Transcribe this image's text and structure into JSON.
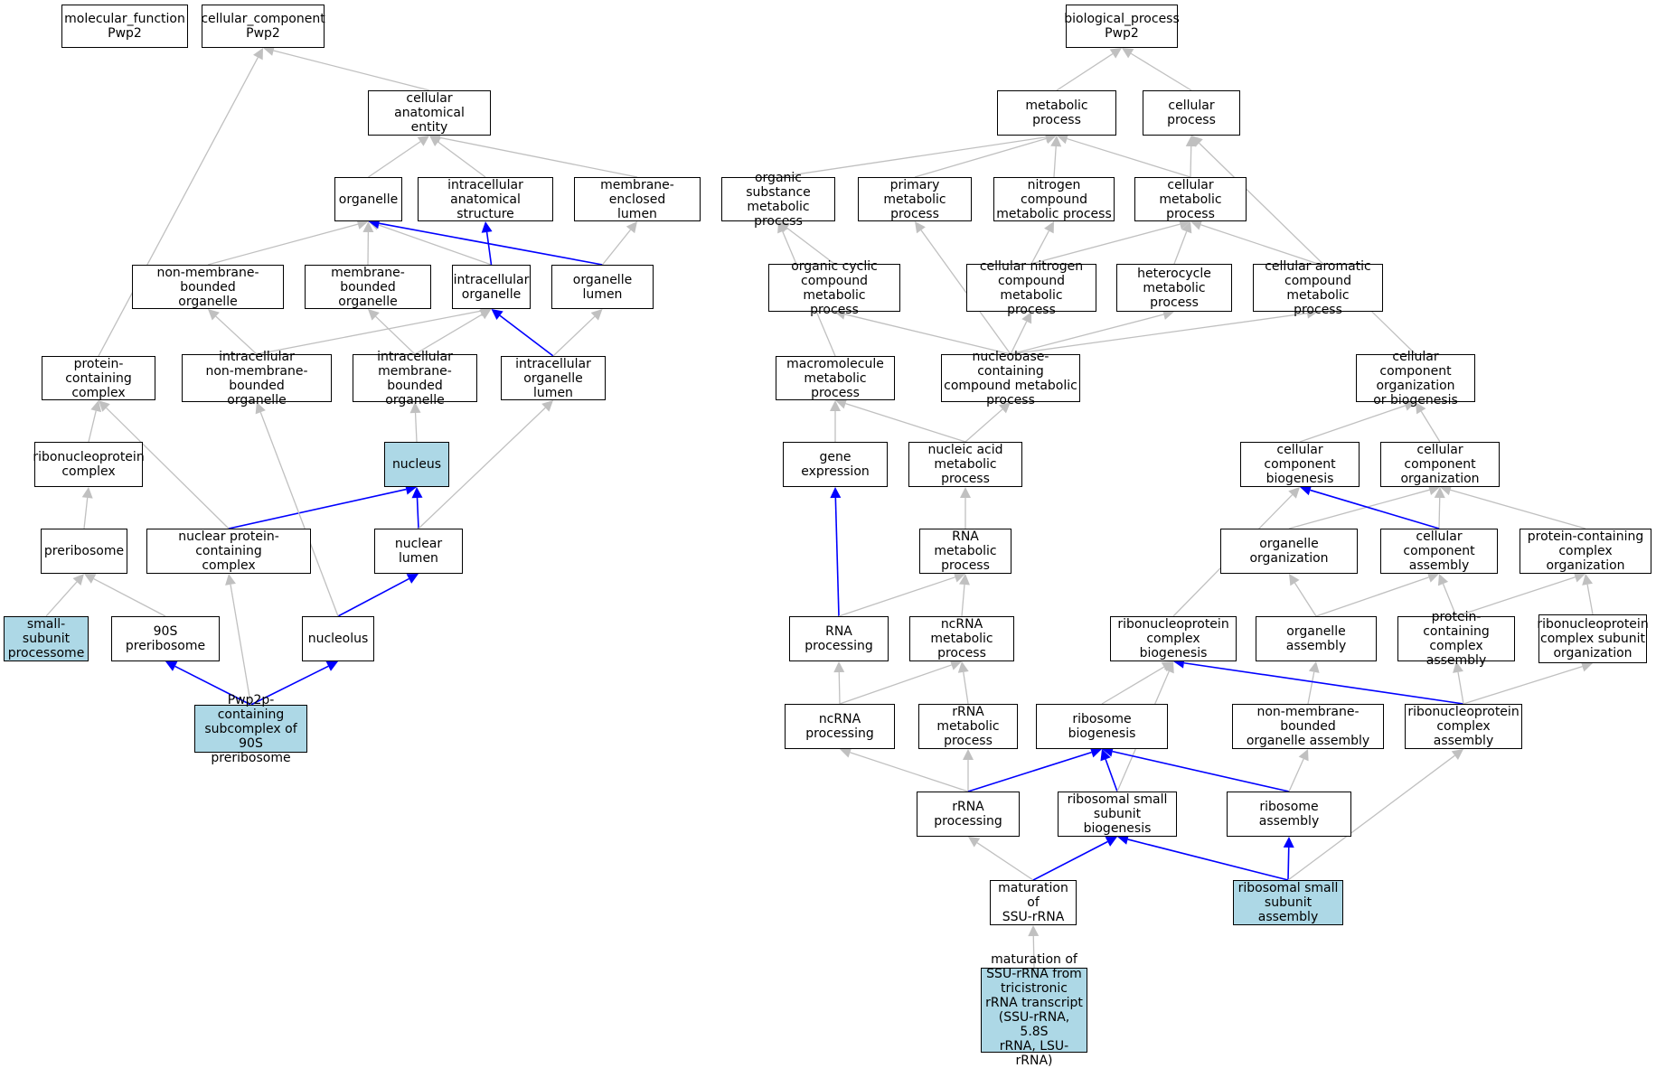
{
  "colors": {
    "highlight": "#add8e6",
    "edge_gray": "#c0c0c0",
    "edge_blue": "#0000ff",
    "border": "#000000"
  },
  "nodes": {
    "n_molfn": "molecular_function\nPwp2",
    "n_cc": "cellular_component\nPwp2",
    "n_bp": "biological_process\nPwp2",
    "n_cae": "cellular anatomical\nentity",
    "n_org": "organelle",
    "n_ias": "intracellular\nanatomical structure",
    "n_mel": "membrane-enclosed\nlumen",
    "n_nmbo": "non-membrane-bounded\norganelle",
    "n_mbo": "membrane-bounded\norganelle",
    "n_io": "intracellular\norganelle",
    "n_ol": "organelle lumen",
    "n_pcc": "protein-containing\ncomplex",
    "n_inmbo": "intracellular\nnon-membrane-bounded\norganelle",
    "n_imbo": "intracellular\nmembrane-bounded\norganelle",
    "n_iol": "intracellular\norganelle lumen",
    "n_rnp": "ribonucleoprotein\ncomplex",
    "n_nuc": "nucleus",
    "n_prb": "preribosome",
    "n_npcc": "nuclear protein-containing\ncomplex",
    "n_nl": "nuclear lumen",
    "n_ssp": "small-subunit\nprocessome",
    "n_90s": "90S preribosome",
    "n_nucl": "nucleolus",
    "n_pwp": "Pwp2p-containing\nsubcomplex of\n90S preribosome",
    "n_mp": "metabolic process",
    "n_cp": "cellular process",
    "n_osmp": "organic substance\nmetabolic process",
    "n_pmp": "primary metabolic\nprocess",
    "n_ncmp": "nitrogen compound\nmetabolic process",
    "n_cmp": "cellular metabolic\nprocess",
    "n_occmp": "organic cyclic\ncompound metabolic\nprocess",
    "n_cncmp": "cellular nitrogen\ncompound metabolic\nprocess",
    "n_hmp": "heterocycle\nmetabolic process",
    "n_cacmp": "cellular aromatic\ncompound metabolic\nprocess",
    "n_mmp": "macromolecule\nmetabolic process",
    "n_nbcmp": "nucleobase-containing\ncompound metabolic\nprocess",
    "n_ccob": "cellular component\norganization\nor biogenesis",
    "n_ge": "gene expression",
    "n_namp": "nucleic acid\nmetabolic process",
    "n_ccb": "cellular component\nbiogenesis",
    "n_cco": "cellular component\norganization",
    "n_rnamp": "RNA metabolic\nprocess",
    "n_oo": "organelle organization",
    "n_cca": "cellular component\nassembly",
    "n_pco": "protein-containing\ncomplex organization",
    "n_rnap": "RNA processing",
    "n_ncrnamp": "ncRNA metabolic\nprocess",
    "n_rnpcb": "ribonucleoprotein\ncomplex biogenesis",
    "n_oa": "organelle assembly",
    "n_pca": "protein-containing\ncomplex assembly",
    "n_rnpcso": "ribonucleoprotein\ncomplex subunit\norganization",
    "n_ncrnap": "ncRNA processing",
    "n_rrnamp": "rRNA metabolic\nprocess",
    "n_rb": "ribosome biogenesis",
    "n_nmboa": "non-membrane-bounded\norganelle assembly",
    "n_rnpca": "ribonucleoprotein\ncomplex assembly",
    "n_rrnap": "rRNA processing",
    "n_rssb": "ribosomal small\nsubunit biogenesis",
    "n_ra": "ribosome assembly",
    "n_mssu": "maturation of\nSSU-rRNA",
    "n_rssa": "ribosomal small\nsubunit assembly",
    "n_mtri": "maturation of\nSSU-rRNA from\ntricistronic\nrRNA transcript\n(SSU-rRNA, 5.8S\nrRNA, LSU-rRNA)"
  },
  "highlighted": [
    "n_nuc",
    "n_ssp",
    "n_pwp",
    "n_rssa",
    "n_mtri"
  ],
  "edges": [
    [
      "n_cae",
      "n_cc",
      "gray"
    ],
    [
      "n_pcc",
      "n_cc",
      "gray"
    ],
    [
      "n_org",
      "n_cae",
      "gray"
    ],
    [
      "n_ias",
      "n_cae",
      "gray"
    ],
    [
      "n_mel",
      "n_cae",
      "gray"
    ],
    [
      "n_nmbo",
      "n_org",
      "gray"
    ],
    [
      "n_mbo",
      "n_org",
      "gray"
    ],
    [
      "n_io",
      "n_org",
      "gray"
    ],
    [
      "n_ol",
      "n_org",
      "blue"
    ],
    [
      "n_io",
      "n_ias",
      "blue"
    ],
    [
      "n_ol",
      "n_mel",
      "gray"
    ],
    [
      "n_inmbo",
      "n_nmbo",
      "gray"
    ],
    [
      "n_inmbo",
      "n_io",
      "gray"
    ],
    [
      "n_imbo",
      "n_mbo",
      "gray"
    ],
    [
      "n_imbo",
      "n_io",
      "gray"
    ],
    [
      "n_iol",
      "n_io",
      "blue"
    ],
    [
      "n_iol",
      "n_ol",
      "gray"
    ],
    [
      "n_rnp",
      "n_pcc",
      "gray"
    ],
    [
      "n_npcc",
      "n_pcc",
      "gray"
    ],
    [
      "n_nuc",
      "n_imbo",
      "gray"
    ],
    [
      "n_npcc",
      "n_nuc",
      "blue"
    ],
    [
      "n_nl",
      "n_nuc",
      "blue"
    ],
    [
      "n_nl",
      "n_iol",
      "gray"
    ],
    [
      "n_prb",
      "n_rnp",
      "gray"
    ],
    [
      "n_ssp",
      "n_prb",
      "gray"
    ],
    [
      "n_90s",
      "n_prb",
      "gray"
    ],
    [
      "n_nucl",
      "n_nl",
      "blue"
    ],
    [
      "n_nucl",
      "n_inmbo",
      "gray"
    ],
    [
      "n_pwp",
      "n_90s",
      "blue"
    ],
    [
      "n_pwp",
      "n_nucl",
      "blue"
    ],
    [
      "n_pwp",
      "n_npcc",
      "gray"
    ],
    [
      "n_mp",
      "n_bp",
      "gray"
    ],
    [
      "n_cp",
      "n_bp",
      "gray"
    ],
    [
      "n_osmp",
      "n_mp",
      "gray"
    ],
    [
      "n_pmp",
      "n_mp",
      "gray"
    ],
    [
      "n_ncmp",
      "n_mp",
      "gray"
    ],
    [
      "n_cmp",
      "n_mp",
      "gray"
    ],
    [
      "n_cmp",
      "n_cp",
      "gray"
    ],
    [
      "n_ccob",
      "n_cp",
      "gray"
    ],
    [
      "n_occmp",
      "n_osmp",
      "gray"
    ],
    [
      "n_mmp",
      "n_osmp",
      "gray"
    ],
    [
      "n_cncmp",
      "n_ncmp",
      "gray"
    ],
    [
      "n_cncmp",
      "n_cmp",
      "gray"
    ],
    [
      "n_hmp",
      "n_cmp",
      "gray"
    ],
    [
      "n_cacmp",
      "n_cmp",
      "gray"
    ],
    [
      "n_nbcmp",
      "n_occmp",
      "gray"
    ],
    [
      "n_nbcmp",
      "n_pmp",
      "gray"
    ],
    [
      "n_nbcmp",
      "n_cncmp",
      "gray"
    ],
    [
      "n_nbcmp",
      "n_hmp",
      "gray"
    ],
    [
      "n_nbcmp",
      "n_cacmp",
      "gray"
    ],
    [
      "n_ge",
      "n_mmp",
      "gray"
    ],
    [
      "n_namp",
      "n_mmp",
      "gray"
    ],
    [
      "n_namp",
      "n_nbcmp",
      "gray"
    ],
    [
      "n_ccb",
      "n_ccob",
      "gray"
    ],
    [
      "n_cco",
      "n_ccob",
      "gray"
    ],
    [
      "n_rnamp",
      "n_namp",
      "gray"
    ],
    [
      "n_oo",
      "n_cco",
      "gray"
    ],
    [
      "n_cca",
      "n_cco",
      "gray"
    ],
    [
      "n_pco",
      "n_cco",
      "gray"
    ],
    [
      "n_cca",
      "n_ccb",
      "blue"
    ],
    [
      "n_rnap",
      "n_ge",
      "blue"
    ],
    [
      "n_rnap",
      "n_rnamp",
      "gray"
    ],
    [
      "n_ncrnamp",
      "n_rnamp",
      "gray"
    ],
    [
      "n_rnpcb",
      "n_ccb",
      "gray"
    ],
    [
      "n_oa",
      "n_oo",
      "gray"
    ],
    [
      "n_oa",
      "n_cca",
      "gray"
    ],
    [
      "n_pca",
      "n_cca",
      "gray"
    ],
    [
      "n_pca",
      "n_pco",
      "gray"
    ],
    [
      "n_rnpcso",
      "n_pco",
      "gray"
    ],
    [
      "n_ncrnap",
      "n_rnap",
      "gray"
    ],
    [
      "n_ncrnap",
      "n_ncrnamp",
      "gray"
    ],
    [
      "n_rrnamp",
      "n_ncrnamp",
      "gray"
    ],
    [
      "n_rb",
      "n_rnpcb",
      "gray"
    ],
    [
      "n_nmboa",
      "n_oa",
      "gray"
    ],
    [
      "n_rnpca",
      "n_rnpcb",
      "blue"
    ],
    [
      "n_rnpca",
      "n_pca",
      "gray"
    ],
    [
      "n_rnpca",
      "n_rnpcso",
      "gray"
    ],
    [
      "n_rrnap",
      "n_ncrnap",
      "gray"
    ],
    [
      "n_rrnap",
      "n_rrnamp",
      "gray"
    ],
    [
      "n_rrnap",
      "n_rb",
      "blue"
    ],
    [
      "n_rssb",
      "n_rb",
      "blue"
    ],
    [
      "n_rssb",
      "n_rnpcb",
      "gray"
    ],
    [
      "n_ra",
      "n_rb",
      "blue"
    ],
    [
      "n_ra",
      "n_nmboa",
      "gray"
    ],
    [
      "n_mssu",
      "n_rrnap",
      "gray"
    ],
    [
      "n_mssu",
      "n_rssb",
      "blue"
    ],
    [
      "n_rssa",
      "n_rssb",
      "blue"
    ],
    [
      "n_rssa",
      "n_ra",
      "blue"
    ],
    [
      "n_rssa",
      "n_rnpca",
      "gray"
    ],
    [
      "n_mtri",
      "n_mssu",
      "gray"
    ]
  ]
}
